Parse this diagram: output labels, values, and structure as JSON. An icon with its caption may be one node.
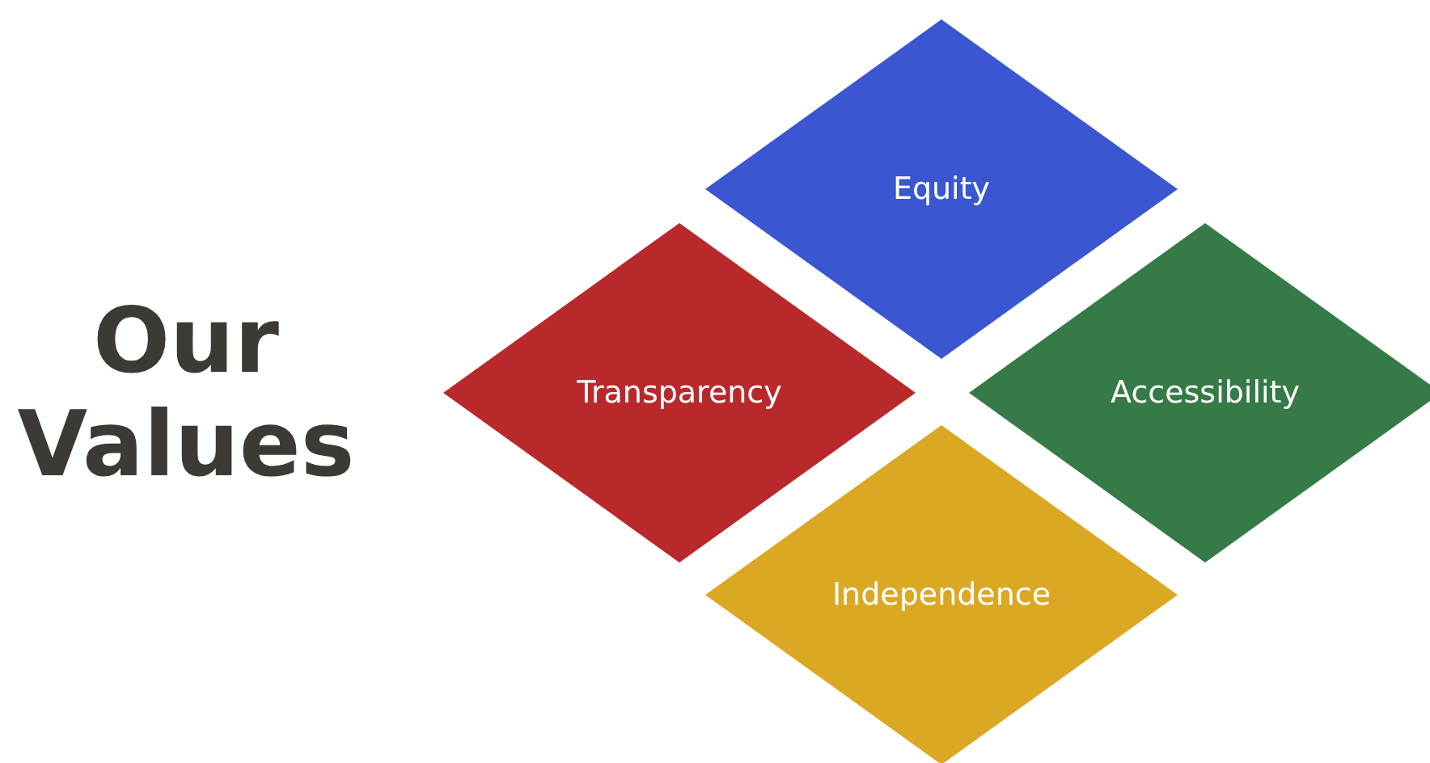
{
  "diagram": {
    "title": "Our Values",
    "nodes": [
      {
        "text": [
          "Equity"
        ]
      },
      {
        "text": [
          "Transparency"
        ]
      },
      {
        "text": [
          "Accessibility"
        ]
      },
      {
        "text": [
          "Independence"
        ]
      }
    ]
  }
}
